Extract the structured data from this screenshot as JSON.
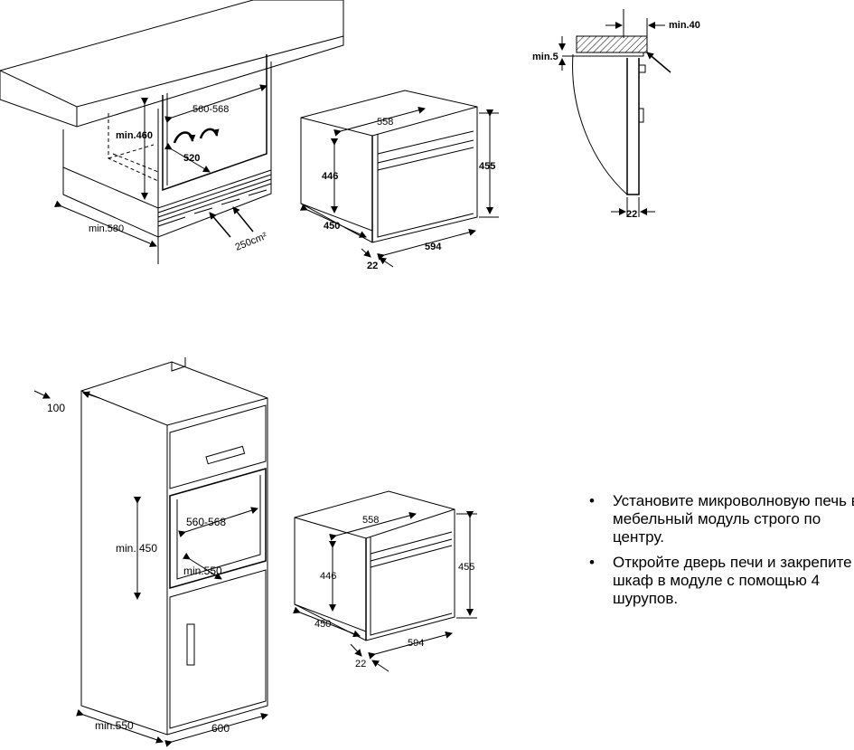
{
  "diagram_top": {
    "countertop_install": {
      "opening_width": "560-568",
      "opening_height": "min.460",
      "inner_depth": "520",
      "side_depth": "min.580",
      "vent_area": "250cm²"
    },
    "oven_top": {
      "depth_top": "558",
      "height_inner": "446",
      "height_front": "455",
      "depth_side": "450",
      "width_front": "594",
      "door_thickness": "22"
    },
    "side_profile": {
      "gap_top": "min.40",
      "gap_left": "min.5",
      "door_thickness": "22"
    }
  },
  "diagram_bottom": {
    "tall_cabinet": {
      "back_offset": "100",
      "opening_width": "560-568",
      "opening_height": "min. 450",
      "opening_depth": "min.550",
      "cabinet_depth": "min.550",
      "cabinet_width": "600"
    },
    "oven_bottom": {
      "depth_top": "558",
      "height_inner": "446",
      "height_front": "455",
      "depth_side": "450",
      "width_front": "594",
      "door_thickness": "22"
    }
  },
  "notes": {
    "bullet": "•",
    "items": [
      "Установите микроволновую печь в мебельный модуль строго по центру.",
      "Откройте дверь печи и закрепите шкаф в модуле с помощью 4 шурупов."
    ]
  }
}
